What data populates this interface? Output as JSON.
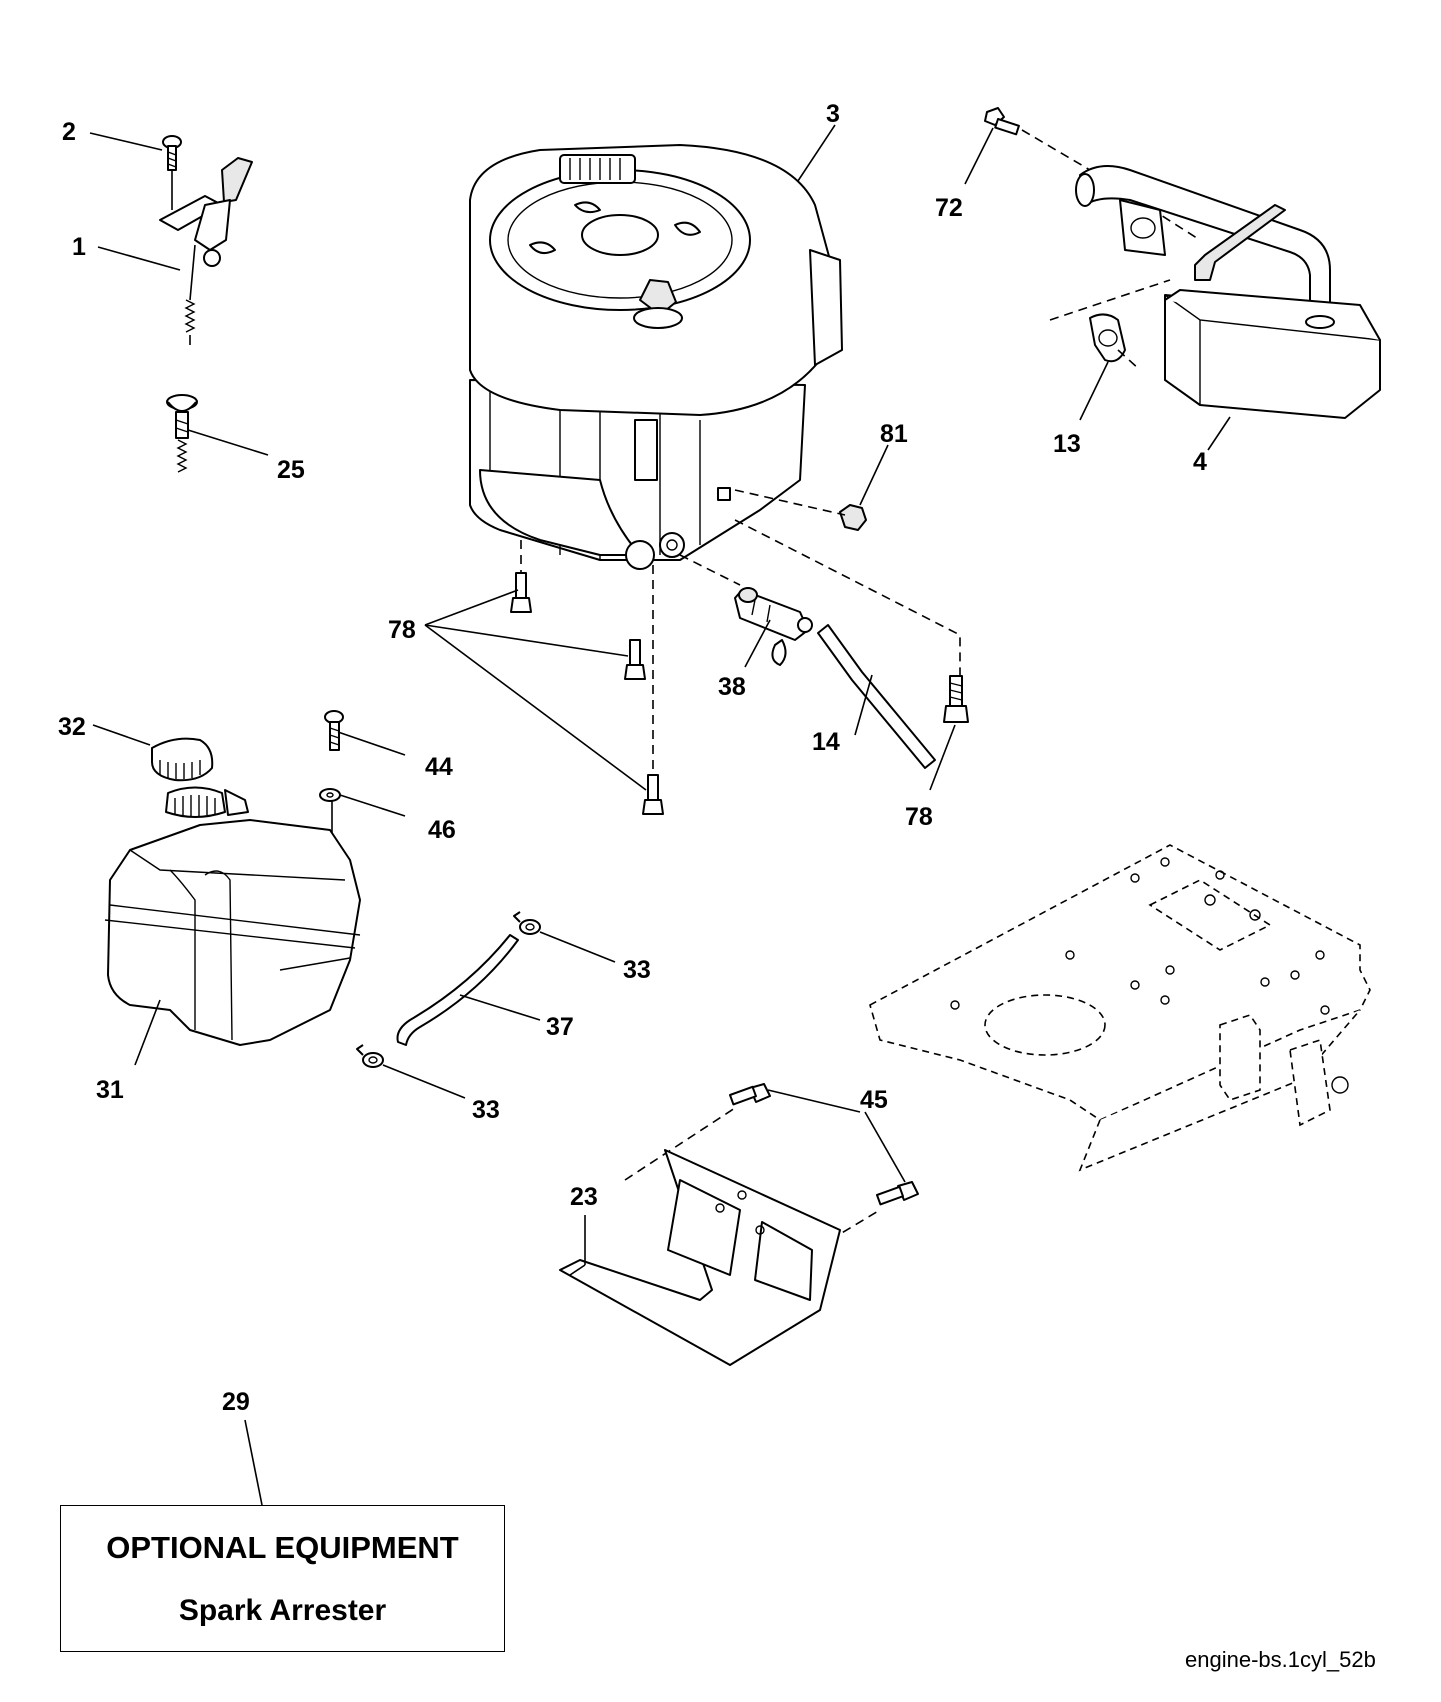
{
  "callouts": {
    "c1": "1",
    "c2": "2",
    "c3": "3",
    "c4": "4",
    "c13": "13",
    "c14": "14",
    "c23": "23",
    "c25": "25",
    "c29": "29",
    "c31": "31",
    "c32": "32",
    "c33a": "33",
    "c33b": "33",
    "c37": "37",
    "c38": "38",
    "c44": "44",
    "c45": "45",
    "c46": "46",
    "c72": "72",
    "c78a": "78",
    "c78b": "78",
    "c81": "81"
  },
  "optional_box": {
    "title": "OPTIONAL EQUIPMENT",
    "item": "Spark Arrester"
  },
  "footer": {
    "reference": "engine-bs.1cyl_52b"
  }
}
